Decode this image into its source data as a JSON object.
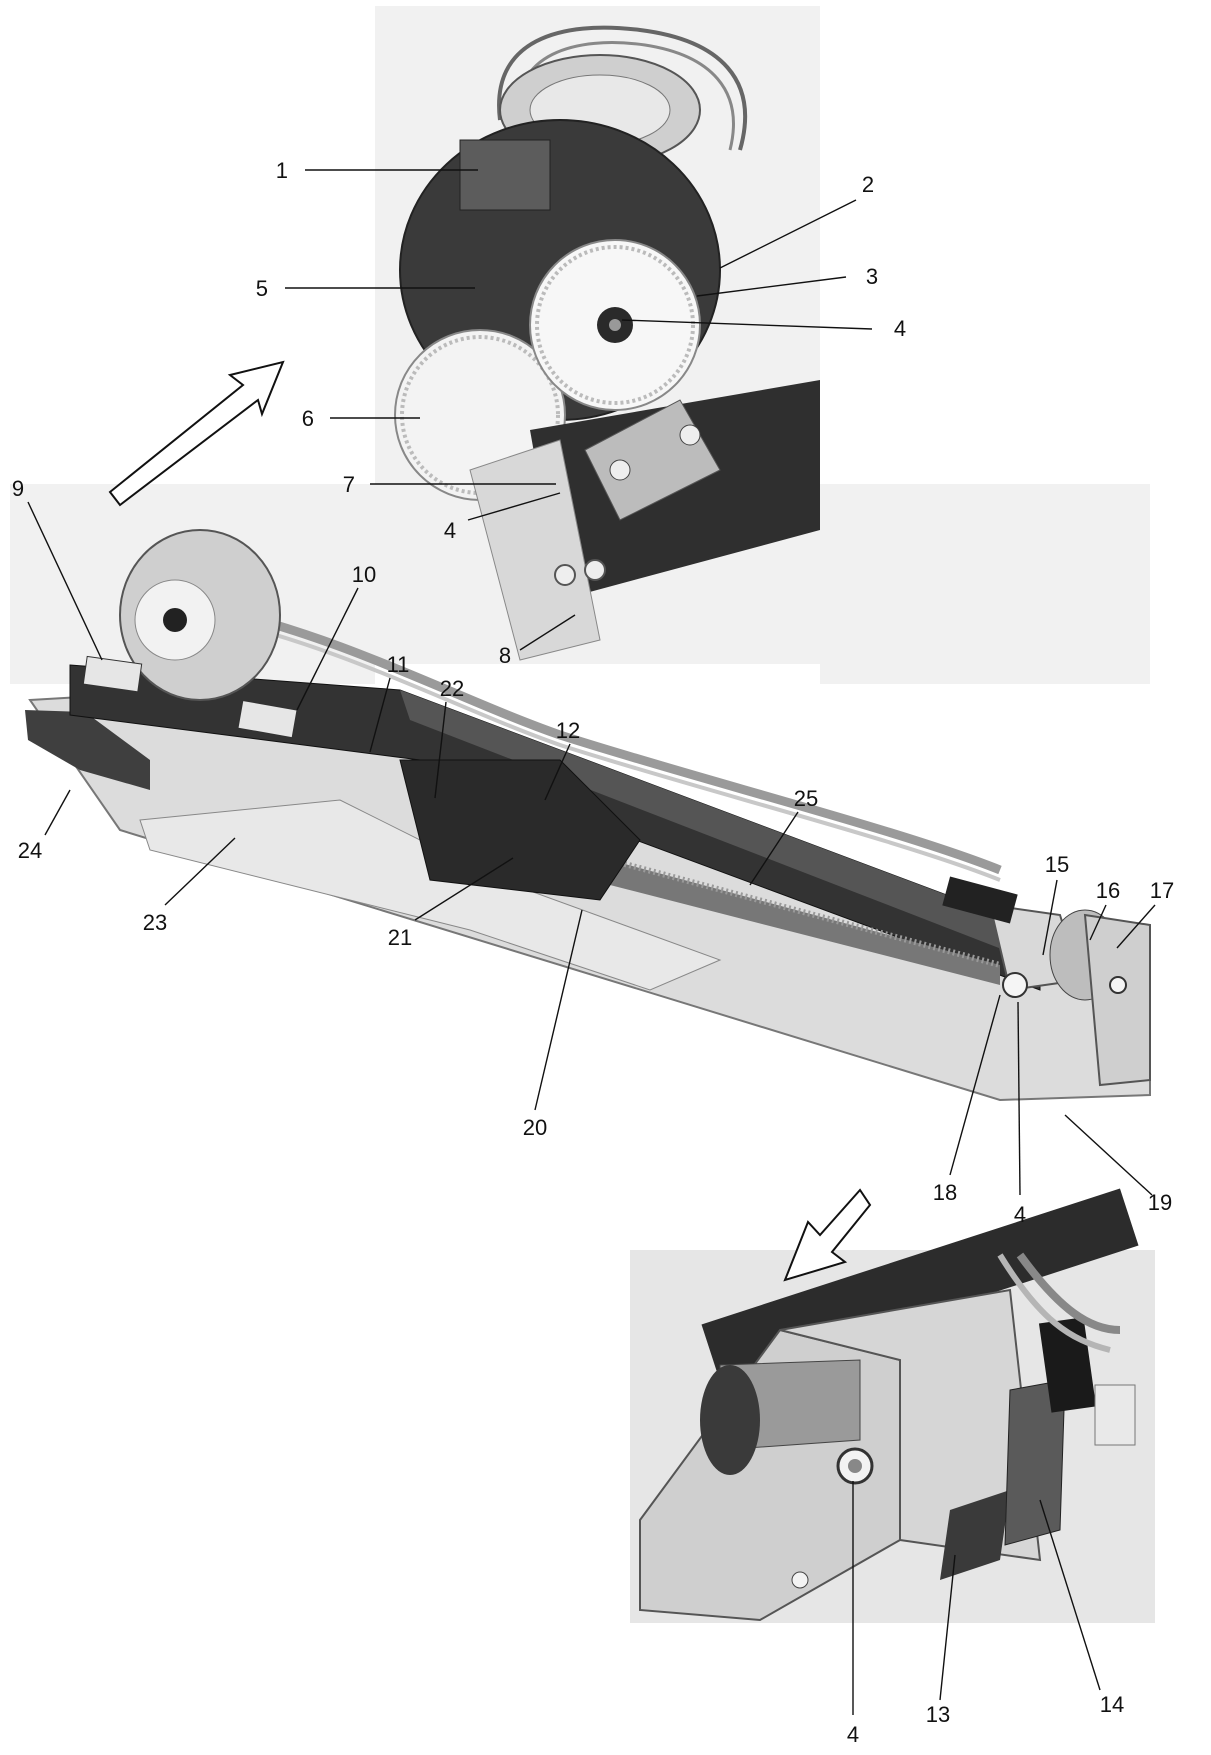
{
  "figure": {
    "panels": [
      {
        "name": "top-detail",
        "subject": "gear-and-motor-detail"
      },
      {
        "name": "main-assembly",
        "subject": "linear-actuator-assembly"
      },
      {
        "name": "bottom-detail",
        "subject": "end-bracket-detail"
      }
    ],
    "callouts": [
      {
        "label": "1"
      },
      {
        "label": "2"
      },
      {
        "label": "3"
      },
      {
        "label": "4"
      },
      {
        "label": "5"
      },
      {
        "label": "6"
      },
      {
        "label": "7"
      },
      {
        "label": "4"
      },
      {
        "label": "8"
      },
      {
        "label": "9"
      },
      {
        "label": "10"
      },
      {
        "label": "11"
      },
      {
        "label": "22"
      },
      {
        "label": "12"
      },
      {
        "label": "25"
      },
      {
        "label": "24"
      },
      {
        "label": "23"
      },
      {
        "label": "21"
      },
      {
        "label": "20"
      },
      {
        "label": "15"
      },
      {
        "label": "16"
      },
      {
        "label": "17"
      },
      {
        "label": "18"
      },
      {
        "label": "4"
      },
      {
        "label": "19"
      },
      {
        "label": "4"
      },
      {
        "label": "13"
      },
      {
        "label": "14"
      }
    ]
  }
}
